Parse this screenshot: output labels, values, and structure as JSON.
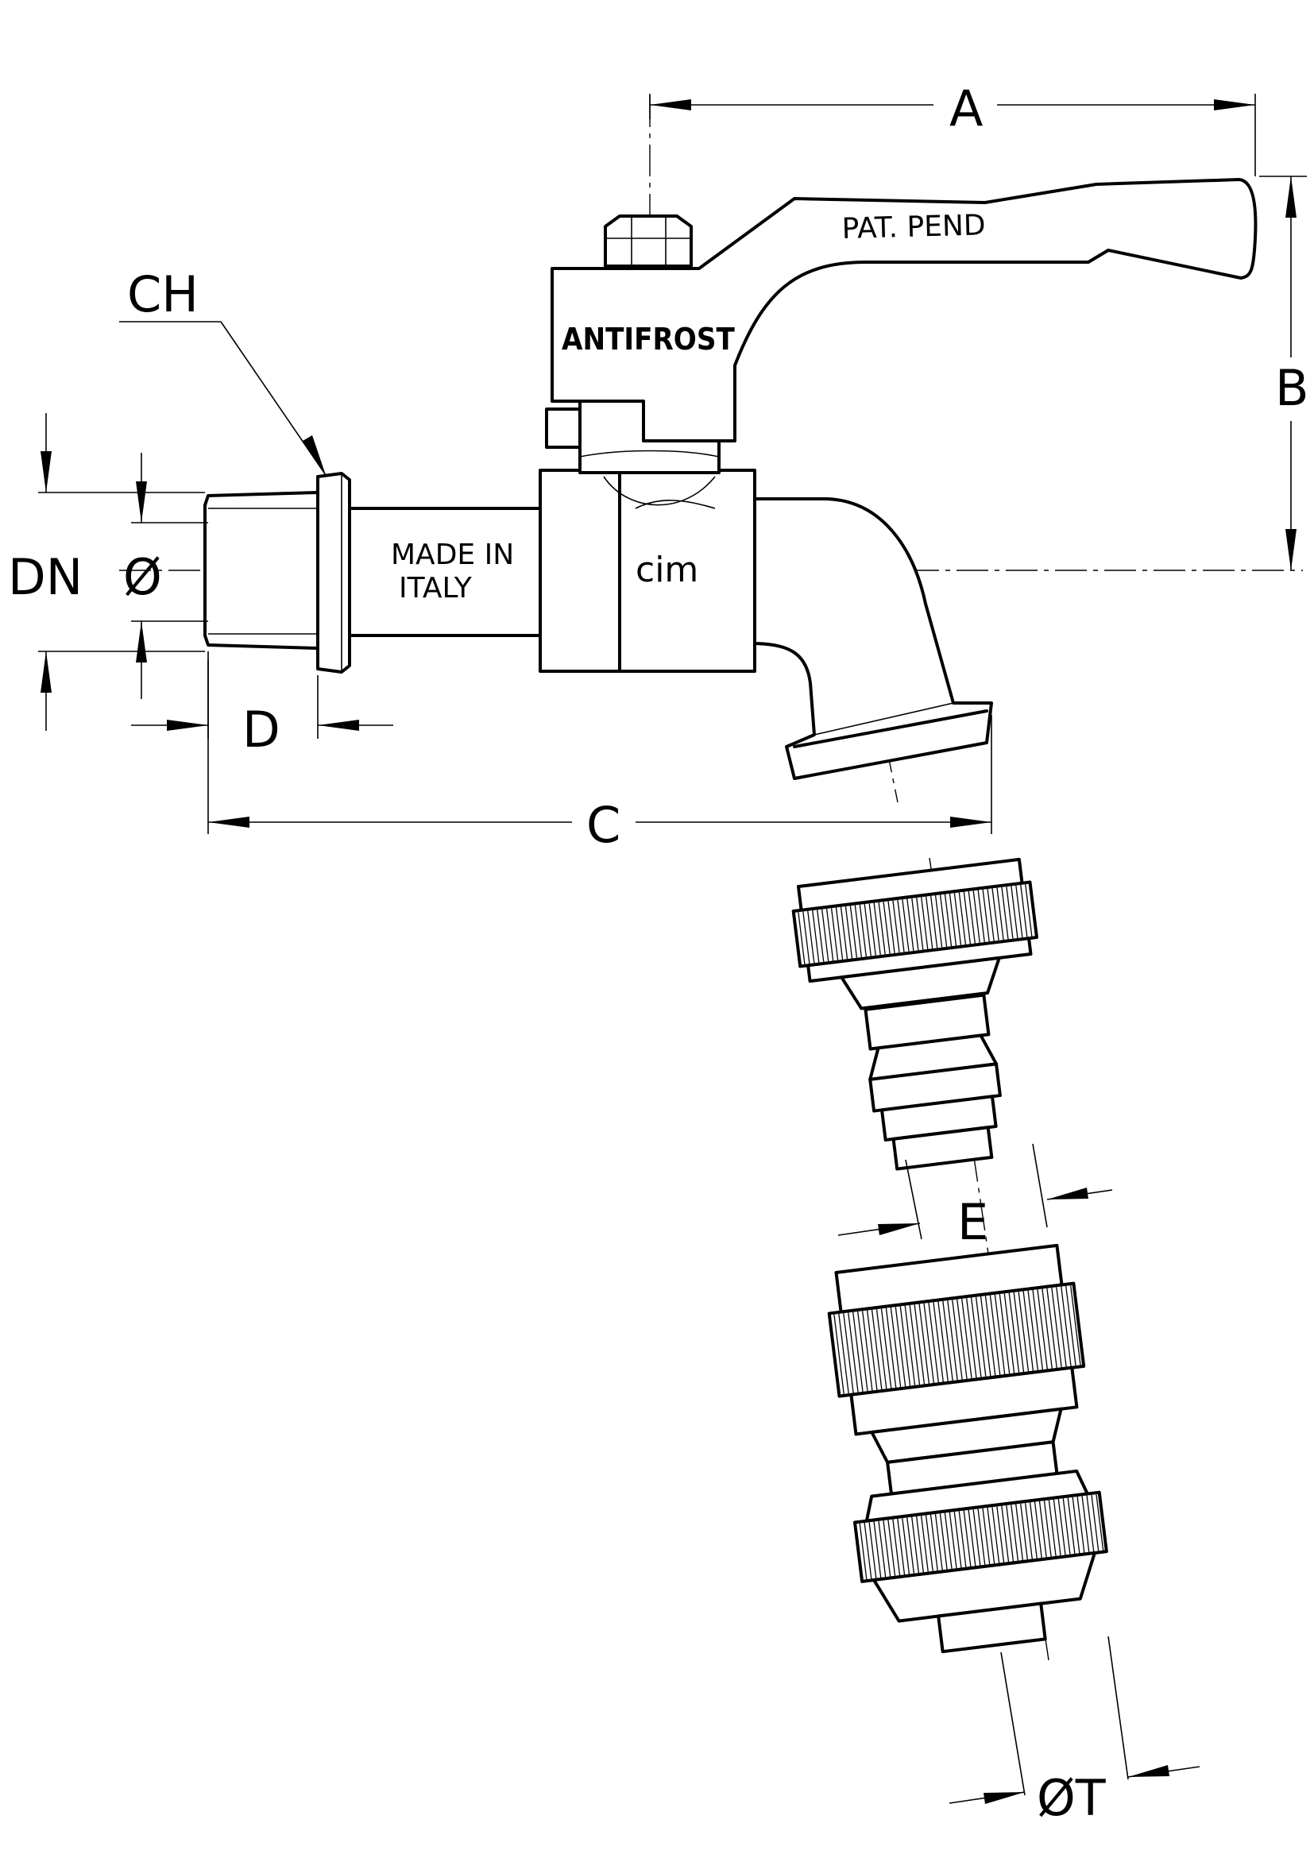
{
  "labels": {
    "A": "A",
    "B": "B",
    "C": "C",
    "D": "D",
    "E": "E",
    "CH": "CH",
    "DN": "DN",
    "diameter": "Ø",
    "diameter_T": "ØT"
  },
  "markings": {
    "handle": "PAT. PEND",
    "stem_housing": "ANTIFROST",
    "pipe_line1": "MADE IN",
    "pipe_line2": "ITALY",
    "brand": "cim"
  }
}
